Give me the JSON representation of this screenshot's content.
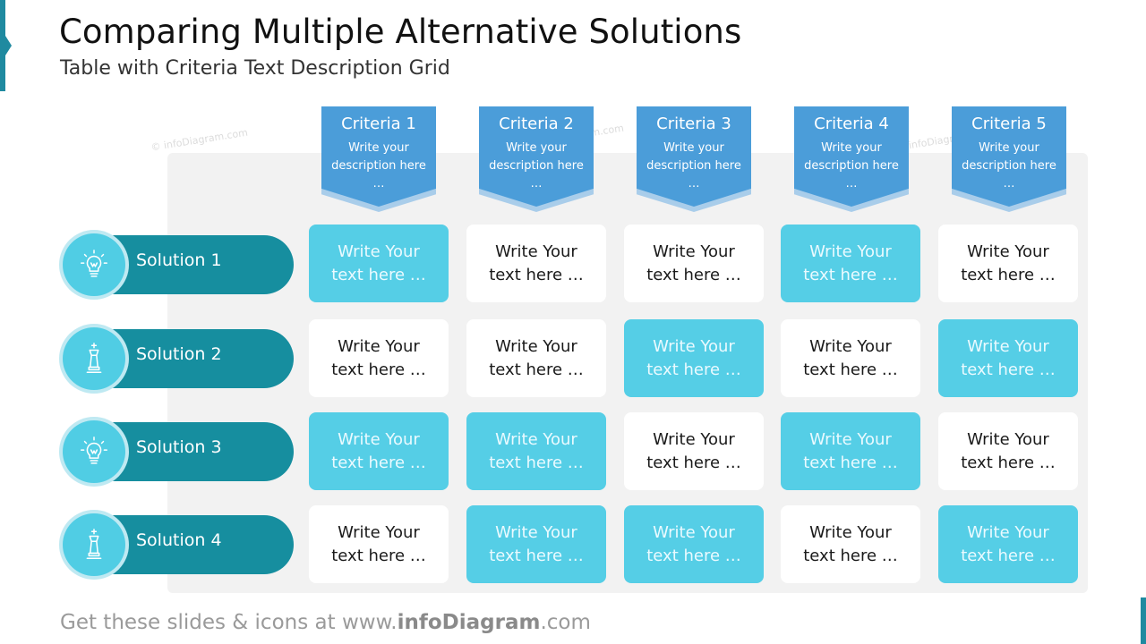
{
  "title": "Comparing Multiple Alternative Solutions",
  "subtitle": "Table with Criteria Text Description Grid",
  "watermarks": [
    "© infoDiagram.com",
    "© infoDiagram.com",
    "© infoDiagram.com"
  ],
  "criteria": [
    {
      "title": "Criteria 1",
      "description": "Write your description here …"
    },
    {
      "title": "Criteria 2",
      "description": "Write your description here …"
    },
    {
      "title": "Criteria 3",
      "description": "Write your description here …"
    },
    {
      "title": "Criteria 4",
      "description": "Write your description here …"
    },
    {
      "title": "Criteria 5",
      "description": "Write your description here …"
    }
  ],
  "solutions": [
    {
      "label": "Solution 1",
      "icon": "lightbulb-icon"
    },
    {
      "label": "Solution 2",
      "icon": "chess-king-icon"
    },
    {
      "label": "Solution 3",
      "icon": "lightbulb-icon"
    },
    {
      "label": "Solution 4",
      "icon": "chess-king-icon"
    }
  ],
  "cells": [
    [
      {
        "text": "Write Your text here …",
        "highlight": true
      },
      {
        "text": "Write Your text here …",
        "highlight": false
      },
      {
        "text": "Write Your text here …",
        "highlight": false
      },
      {
        "text": "Write Your text here …",
        "highlight": true
      },
      {
        "text": "Write Your text here …",
        "highlight": false
      }
    ],
    [
      {
        "text": "Write Your text here …",
        "highlight": false
      },
      {
        "text": "Write Your text here …",
        "highlight": false
      },
      {
        "text": "Write Your text here …",
        "highlight": true
      },
      {
        "text": "Write Your text here …",
        "highlight": false
      },
      {
        "text": "Write Your text here …",
        "highlight": true
      }
    ],
    [
      {
        "text": "Write Your text here …",
        "highlight": true
      },
      {
        "text": "Write Your text here …",
        "highlight": true
      },
      {
        "text": "Write Your text here …",
        "highlight": false
      },
      {
        "text": "Write Your text here …",
        "highlight": true
      },
      {
        "text": "Write Your text here …",
        "highlight": false
      }
    ],
    [
      {
        "text": "Write Your text here …",
        "highlight": false
      },
      {
        "text": "Write Your text here …",
        "highlight": true
      },
      {
        "text": "Write Your text here …",
        "highlight": true
      },
      {
        "text": "Write Your text here …",
        "highlight": false
      },
      {
        "text": "Write Your text here …",
        "highlight": true
      }
    ]
  ],
  "footer": {
    "prefix": "Get these slides & icons at www.",
    "brand": "infoDiagram",
    "suffix": ".com"
  },
  "colors": {
    "accent": "#1f8aa0",
    "criteria_banner": "#4b9dd9",
    "solution_pill": "#168e9f",
    "icon_circle": "#50cde4",
    "highlight_cell": "#55cee6",
    "grid_background": "#f2f2f2"
  }
}
